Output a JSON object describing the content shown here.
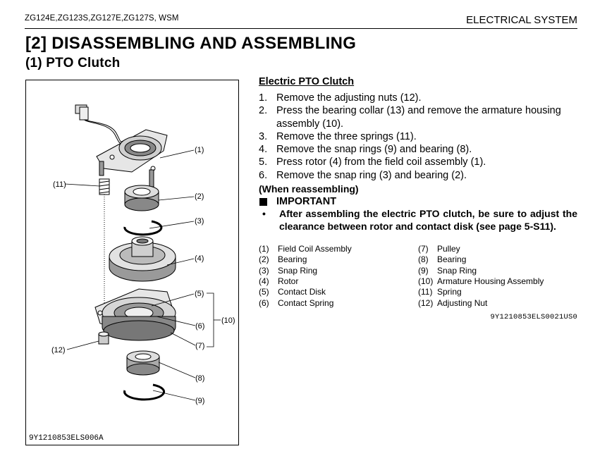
{
  "header": {
    "models": "ZG124E,ZG123S,ZG127E,ZG127S, WSM",
    "section": "ELECTRICAL SYSTEM"
  },
  "section_title": "[2]  DISASSEMBLING AND ASSEMBLING",
  "sub_title": "(1)  PTO Clutch",
  "figure": {
    "code": "9Y1210853ELS006A",
    "callouts": [
      "(1)",
      "(2)",
      "(3)",
      "(4)",
      "(5)",
      "(6)",
      "(7)",
      "(8)",
      "(9)",
      "(10)",
      "(11)",
      "(12)"
    ]
  },
  "procedure": {
    "title": "Electric PTO Clutch",
    "steps": [
      {
        "num": "1.",
        "text": "Remove the adjusting nuts (12)."
      },
      {
        "num": "2.",
        "text": "Press the bearing collar (13) and remove the armature housing assembly (10)."
      },
      {
        "num": "3.",
        "text": "Remove the three springs (11)."
      },
      {
        "num": "4.",
        "text": "Remove the snap rings (9) and bearing (8)."
      },
      {
        "num": "5.",
        "text": "Press rotor (4) from the field coil assembly (1)."
      },
      {
        "num": "6.",
        "text": "Remove the snap ring (3) and bearing (2)."
      }
    ],
    "when_reassembling": "(When reassembling)",
    "important_label": "IMPORTANT",
    "important_bullet": "•",
    "important_note": "After assembling the electric PTO clutch, be sure to adjust the clearance between rotor and contact disk (see page 5-S11)."
  },
  "parts_left": [
    {
      "num": "(1)",
      "name": "Field Coil Assembly"
    },
    {
      "num": "(2)",
      "name": "Bearing"
    },
    {
      "num": "(3)",
      "name": "Snap Ring"
    },
    {
      "num": "(4)",
      "name": "Rotor"
    },
    {
      "num": "(5)",
      "name": "Contact Disk"
    },
    {
      "num": "(6)",
      "name": "Contact Spring"
    }
  ],
  "parts_right": [
    {
      "num": "(7)",
      "name": "Pulley"
    },
    {
      "num": "(8)",
      "name": "Bearing"
    },
    {
      "num": "(9)",
      "name": "Snap Ring"
    },
    {
      "num": "(10)",
      "name": "Armature Housing Assembly"
    },
    {
      "num": "(11)",
      "name": "Spring"
    },
    {
      "num": "(12)",
      "name": "Adjusting Nut"
    }
  ],
  "reference_code": "9Y1210853ELS0021US0"
}
